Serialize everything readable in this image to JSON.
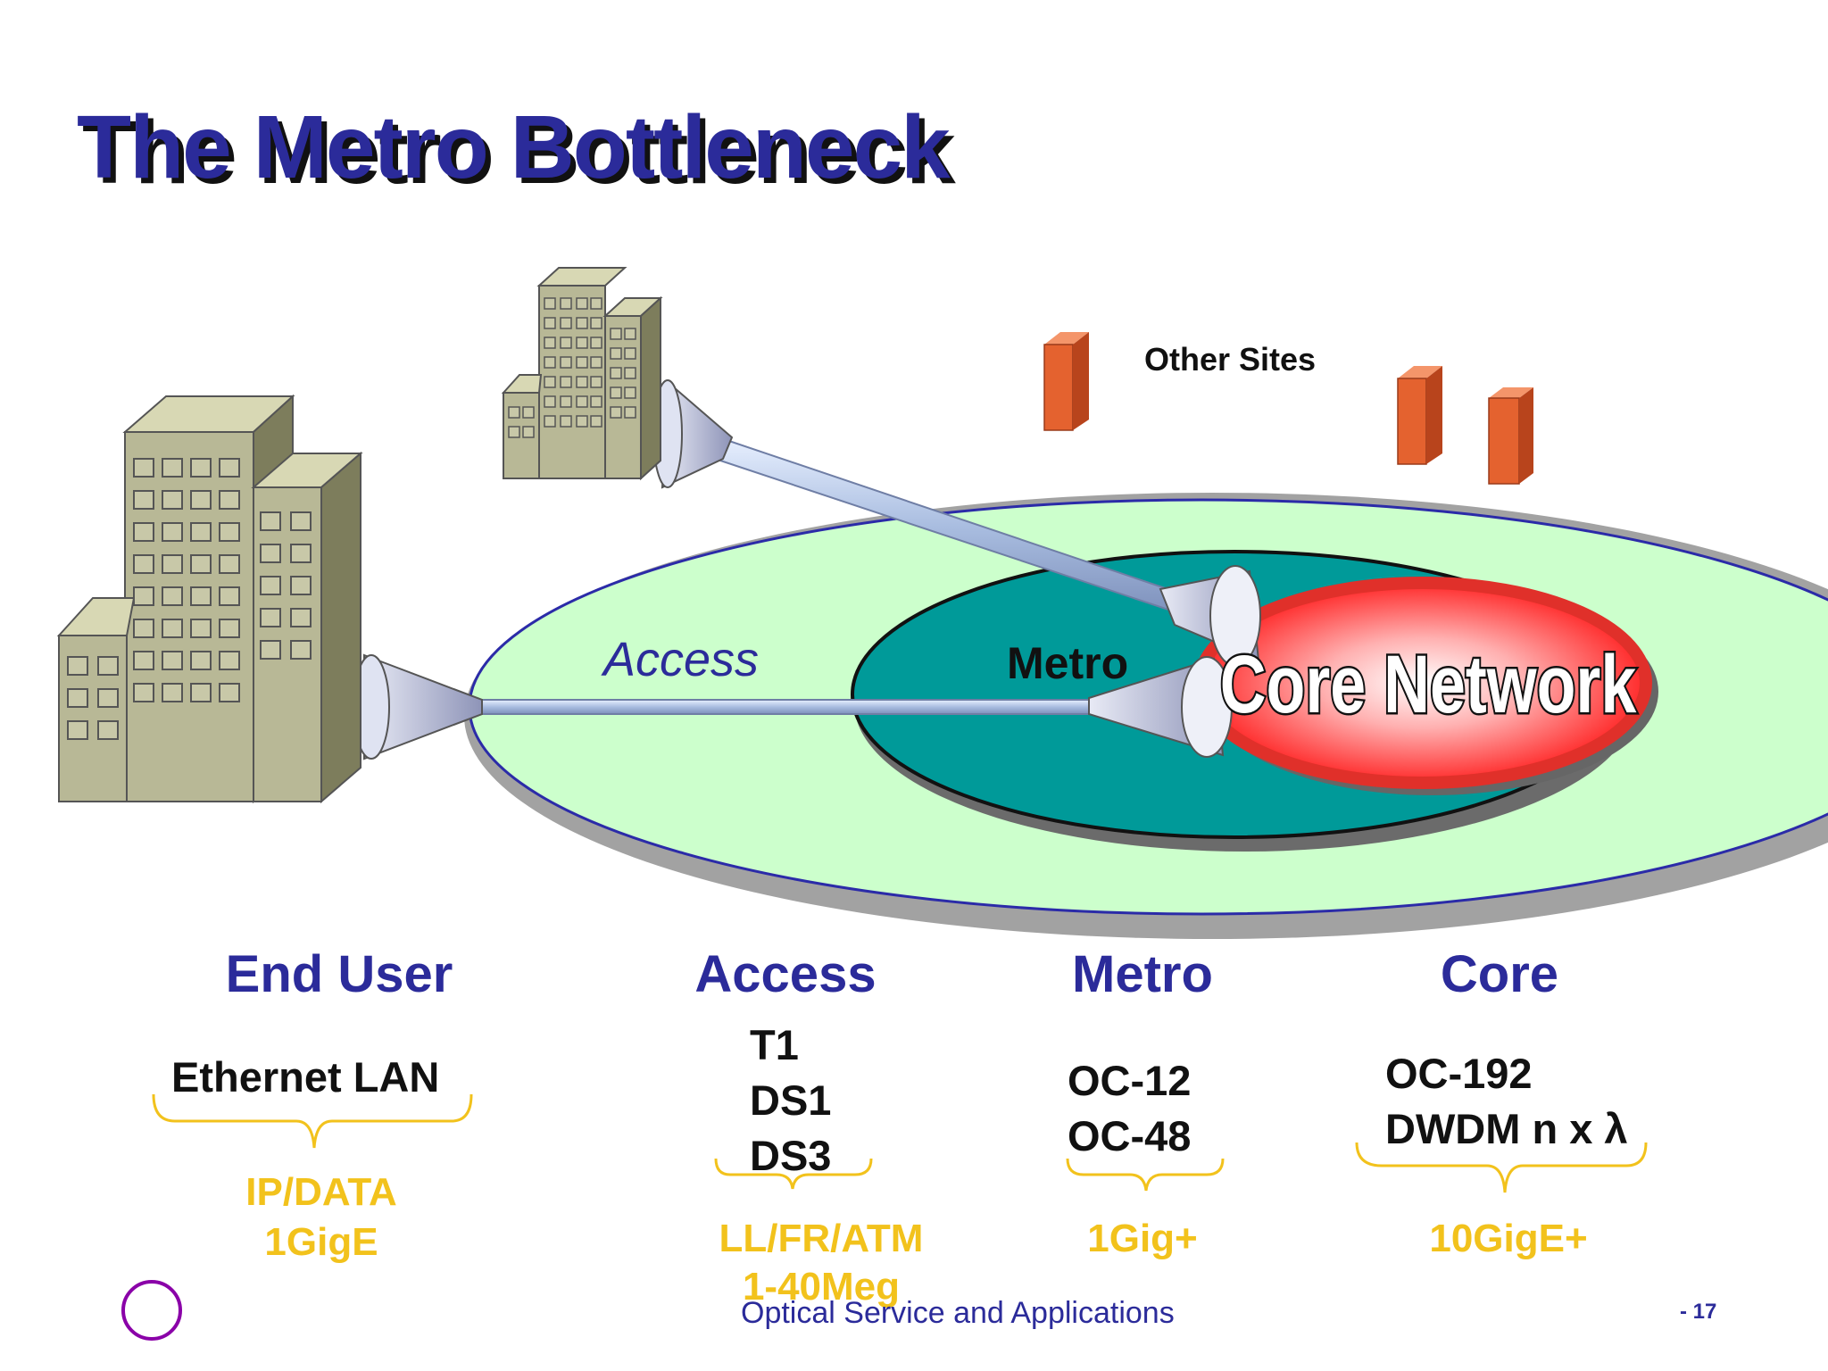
{
  "slide": {
    "title": "The Metro Bottleneck",
    "footer": "Optical Service and Applications",
    "page_number": "- 17"
  },
  "diagram": {
    "other_sites_label": "Other Sites",
    "access_label": "Access",
    "metro_label": "Metro",
    "core_label": "Core Network"
  },
  "columns": [
    {
      "heading": "End User",
      "items": [
        "Ethernet LAN"
      ],
      "bottom": [
        "IP/DATA",
        "1GigE"
      ]
    },
    {
      "heading": "Access",
      "items": [
        "T1",
        "DS1",
        "DS3"
      ],
      "bottom": [
        "LL/FR/ATM",
        "1-40Meg"
      ]
    },
    {
      "heading": "Metro",
      "items": [
        "OC-12",
        "OC-48"
      ],
      "bottom": [
        "1Gig+"
      ]
    },
    {
      "heading": "Core",
      "items": [
        "OC-192",
        "DWDM n x λ"
      ],
      "bottom": [
        "10GigE+"
      ]
    }
  ],
  "colors": {
    "title": "#2b2b9a",
    "access_ring": "#ccffcc",
    "metro_ring": "#009a99",
    "core": "#e0302a",
    "gold": "#f2c21c"
  }
}
